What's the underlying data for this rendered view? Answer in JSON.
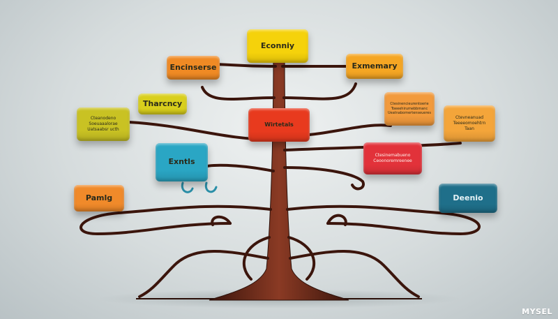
{
  "boxes": {
    "top": {
      "label": "Econniy",
      "color": "#f5d20b"
    },
    "upper_left": {
      "label": "Encinserse",
      "color": "#f08a24"
    },
    "upper_right": {
      "label": "Exmemary",
      "color": "#f5a623"
    },
    "mid_left": {
      "label": "Tharcncy",
      "color": "#d9cf1c"
    },
    "far_left": {
      "color": "#c9c223",
      "lines": [
        "Cteanodeno",
        "Soeuaaalorae",
        "Uatsaabsr ucth"
      ]
    },
    "center_teal": {
      "label": "Exntls",
      "color": "#2aa6c4"
    },
    "center_red": {
      "label": "Wirtetals",
      "color": "#e83a1e"
    },
    "right_orange": {
      "color": "#f29a3c",
      "lines": [
        "Ctesinencieurentoerie",
        "Toeeehirumebbmanc",
        "Ueatnabomertenseueres"
      ]
    },
    "far_right": {
      "color": "#f4a53a",
      "lines": [
        "Ctevneanuad",
        "Teeeeomoehtrn",
        "Taan"
      ]
    },
    "right_red": {
      "color": "#e2323a",
      "lines": [
        "Ctesinemabueno",
        "Ceoonoremreenee"
      ]
    },
    "lower_left": {
      "label": "Pamlg",
      "color": "#f08a2a"
    },
    "lower_right": {
      "label": "Deenio",
      "color": "#1f6f8a"
    }
  },
  "watermark": "MYSEL"
}
